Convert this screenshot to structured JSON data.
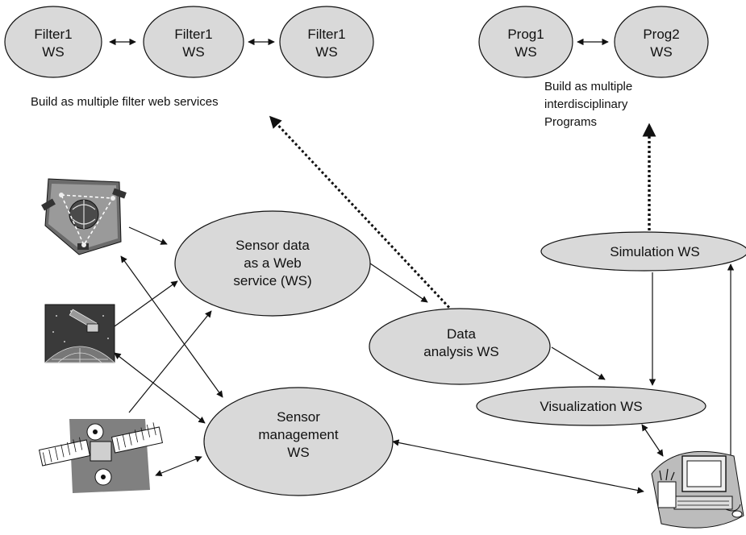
{
  "nodes": {
    "filter_a": {
      "lines": [
        "Filter1",
        "WS"
      ]
    },
    "filter_b": {
      "lines": [
        "Filter1",
        "WS"
      ]
    },
    "filter_c": {
      "lines": [
        "Filter1",
        "WS"
      ]
    },
    "prog1": {
      "lines": [
        "Prog1",
        "WS"
      ]
    },
    "prog2": {
      "lines": [
        "Prog2",
        "WS"
      ]
    },
    "sensor_data": {
      "lines": [
        "Sensor data",
        "as a Web",
        "service (WS)"
      ]
    },
    "data_analysis": {
      "lines": [
        "Data",
        "analysis WS"
      ]
    },
    "sensor_mgmt": {
      "lines": [
        "Sensor",
        "management",
        "WS"
      ]
    },
    "simulation": {
      "lines": [
        "Simulation WS"
      ]
    },
    "visualization": {
      "lines": [
        "Visualization WS"
      ]
    }
  },
  "captions": {
    "filter": [
      "Build as multiple filter web services"
    ],
    "programs": [
      "Build as multiple",
      "interdisciplinary",
      "Programs"
    ]
  },
  "icons": {
    "satellite_network": "satellite-network-icon",
    "satellite_earth": "satellite-earth-icon",
    "satellite": "satellite-icon",
    "computer": "computer-workstation-icon"
  },
  "colors": {
    "node_fill": "#d9d9d9",
    "stroke": "#111111"
  }
}
